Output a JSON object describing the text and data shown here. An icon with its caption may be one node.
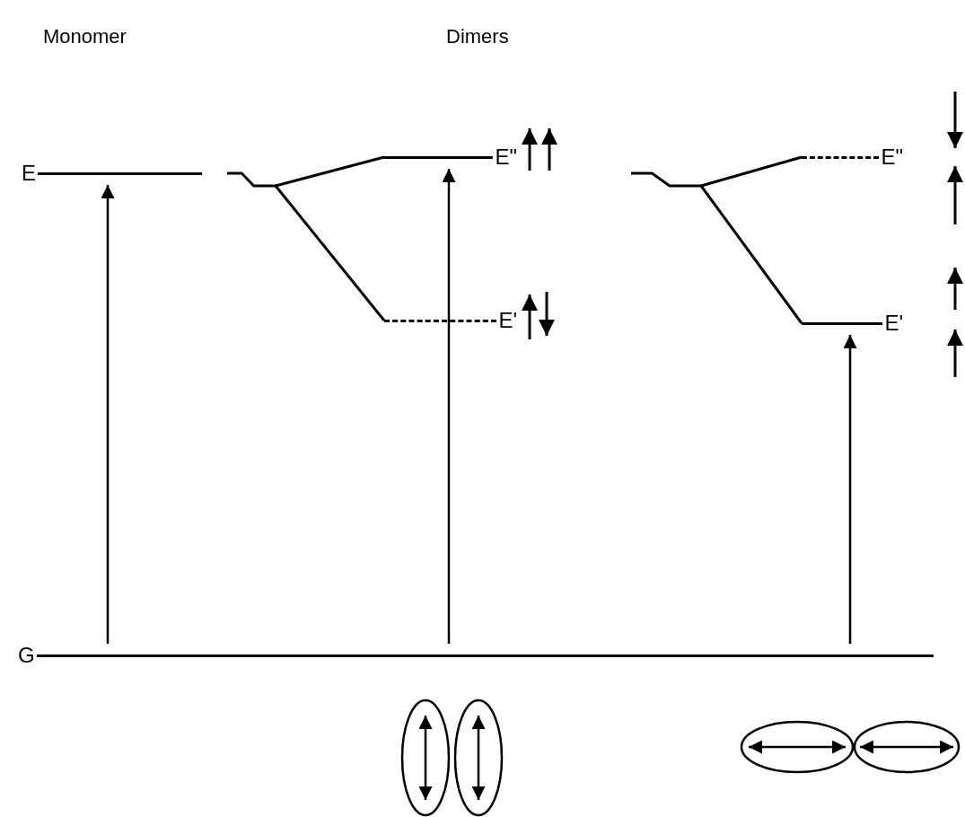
{
  "diagram": {
    "nodes": [
      {
        "text": [
          "E"
        ]
      },
      {
        "text": [
          "G"
        ]
      },
      {
        "text": [],
        "shape": "bar"
      },
      {
        "text": [
          "E\""
        ]
      },
      {
        "text": [
          "E'"
        ]
      },
      {
        "text": [],
        "shape": "bar"
      },
      {
        "text": [
          "E\""
        ]
      },
      {
        "text": [
          "E'"
        ]
      }
    ],
    "edges": [
      {
        "from": 1,
        "to": 0,
        "arrow": "to"
      },
      {
        "from": 1,
        "to": 3,
        "arrow": "to"
      },
      {
        "from": 1,
        "to": 7,
        "arrow": "to"
      },
      {
        "from": 2,
        "to": 3,
        "arrow": "none"
      },
      {
        "from": 2,
        "to": 4,
        "arrow": "none"
      },
      {
        "from": 5,
        "to": 6,
        "arrow": "none"
      },
      {
        "from": 5,
        "to": 7,
        "arrow": "none"
      }
    ],
    "labels": [
      "Monomer",
      "Dimers"
    ]
  }
}
